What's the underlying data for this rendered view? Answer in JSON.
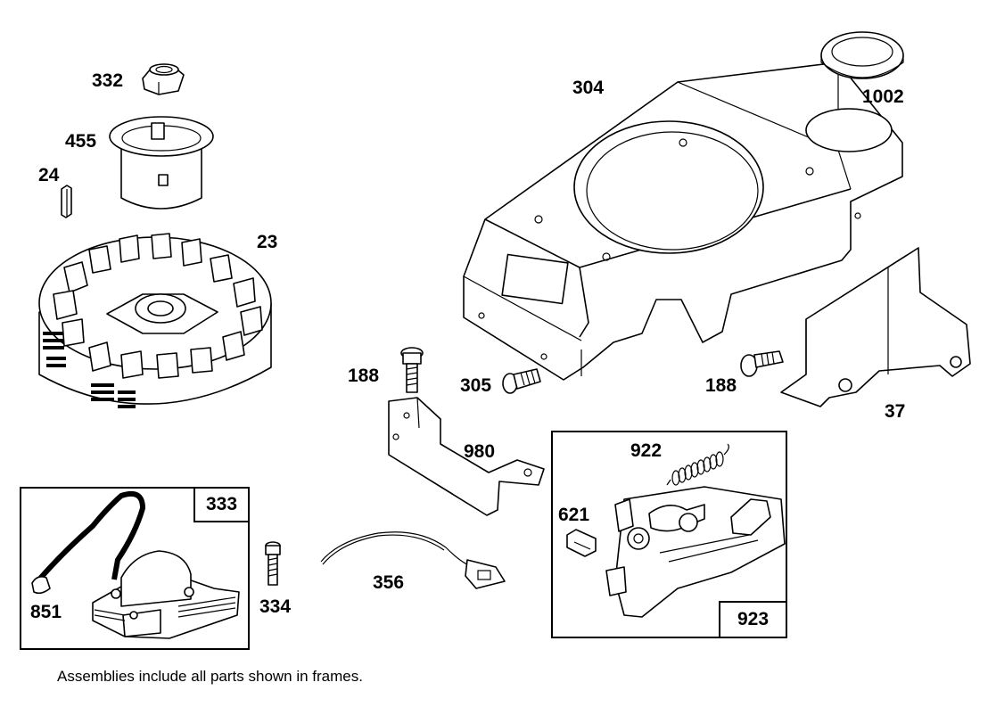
{
  "labels": {
    "p332": "332",
    "p455": "455",
    "p24": "24",
    "p23": "23",
    "p304": "304",
    "p1002": "1002",
    "p188a": "188",
    "p305": "305",
    "p188b": "188",
    "p37": "37",
    "p980": "980",
    "p922": "922",
    "p621": "621",
    "p923": "923",
    "p333": "333",
    "p851": "851",
    "p334": "334",
    "p356": "356"
  },
  "footnote": "Assemblies include all parts shown in frames."
}
